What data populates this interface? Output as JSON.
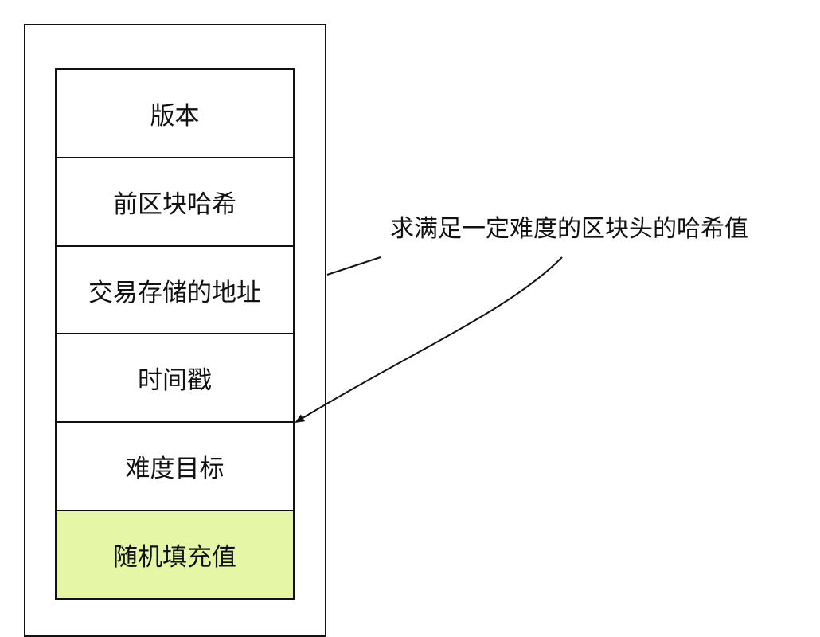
{
  "block_header_fields": [
    {
      "label": "版本"
    },
    {
      "label": "前区块哈希"
    },
    {
      "label": "交易存储的地址"
    },
    {
      "label": "时间戳"
    },
    {
      "label": "难度目标"
    },
    {
      "label": "随机填充值",
      "highlight": "#e5f7a6"
    }
  ],
  "callout": {
    "text": "求满足一定难度的区块头的哈希值"
  },
  "colors": {
    "stroke": "#111111",
    "highlight": "#e5f7a6"
  }
}
